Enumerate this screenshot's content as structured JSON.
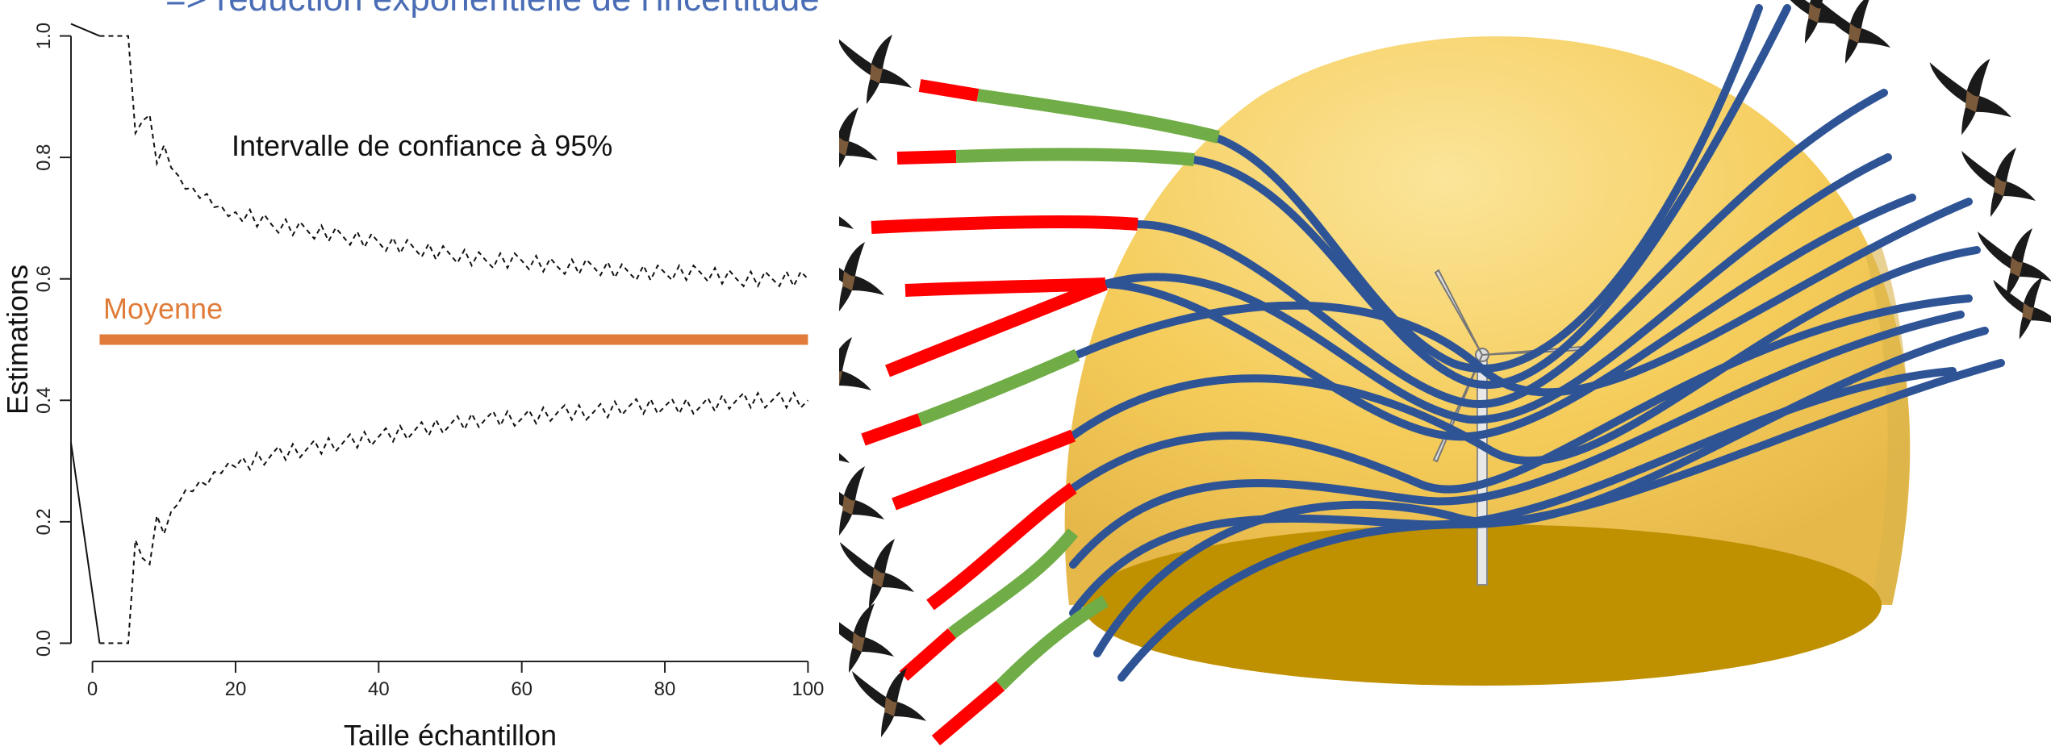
{
  "header": {
    "banner_text": "=> réduction exponentielle de l'incertitude"
  },
  "annotations": {
    "ci_label": "Intervalle de confiance à 95%",
    "mean_label": "Moyenne"
  },
  "colors": {
    "mean_line": "#e07b39",
    "banner_text": "#4a6db5",
    "trajectory": "#2f5496",
    "detected_segment": "#ff0000",
    "tracked_segment": "#70ad47",
    "dome": "#f5cc5a",
    "dome_base": "#bf9000"
  },
  "chart_data": {
    "type": "line",
    "xlabel": "Taille échantillon",
    "ylabel": "Estimations",
    "xlim": [
      0,
      100
    ],
    "ylim": [
      0,
      1
    ],
    "x_ticks": [
      0,
      20,
      40,
      60,
      80,
      100
    ],
    "y_ticks": [
      0.0,
      0.2,
      0.4,
      0.6,
      0.8,
      1.0
    ],
    "y_tick_labels": [
      "0.0",
      "0.2",
      "0.4",
      "0.6",
      "0.8",
      "1.0"
    ],
    "grid": false,
    "series": [
      {
        "name": "Intervalle de confiance à 95%",
        "style": "dashed",
        "x": [
          1,
          2,
          3,
          4,
          5,
          6,
          7,
          8,
          9,
          10,
          12,
          14,
          16,
          18,
          20,
          25,
          30,
          35,
          40,
          45,
          50,
          55,
          60,
          65,
          70,
          75,
          80,
          85,
          90,
          95,
          100
        ],
        "values": [
          1.0,
          1.0,
          1.0,
          1.0,
          1.0,
          0.84,
          0.86,
          0.87,
          0.79,
          0.82,
          0.77,
          0.75,
          0.74,
          0.72,
          0.71,
          0.69,
          0.68,
          0.67,
          0.66,
          0.65,
          0.64,
          0.63,
          0.63,
          0.62,
          0.62,
          0.61,
          0.61,
          0.61,
          0.6,
          0.6,
          0.6
        ]
      },
      {
        "name": "Intervalle de confiance à 95%",
        "style": "dashed",
        "x": [
          1,
          2,
          3,
          4,
          5,
          6,
          7,
          8,
          9,
          10,
          12,
          14,
          16,
          18,
          20,
          25,
          30,
          35,
          40,
          45,
          50,
          55,
          60,
          65,
          70,
          75,
          80,
          85,
          90,
          95,
          100
        ],
        "values": [
          0.0,
          0.0,
          0.0,
          0.0,
          0.0,
          0.17,
          0.14,
          0.13,
          0.21,
          0.18,
          0.23,
          0.25,
          0.26,
          0.28,
          0.29,
          0.31,
          0.32,
          0.33,
          0.34,
          0.35,
          0.36,
          0.37,
          0.37,
          0.38,
          0.38,
          0.39,
          0.39,
          0.39,
          0.4,
          0.4,
          0.4
        ]
      },
      {
        "name": "",
        "style": "solid",
        "x": [
          -3,
          1
        ],
        "values": [
          1.02,
          1.0
        ]
      },
      {
        "name": "",
        "style": "solid",
        "x": [
          -3,
          1
        ],
        "values": [
          0.33,
          0.0
        ]
      },
      {
        "name": "Moyenne",
        "style": "mean",
        "x": [
          1,
          100
        ],
        "values": [
          0.5,
          0.5
        ]
      }
    ]
  },
  "illustration": {
    "description_icons": [
      "bird-icon",
      "wind-turbine-icon",
      "dome-shape"
    ],
    "bird_count": 14,
    "trajectory_count": 12
  }
}
